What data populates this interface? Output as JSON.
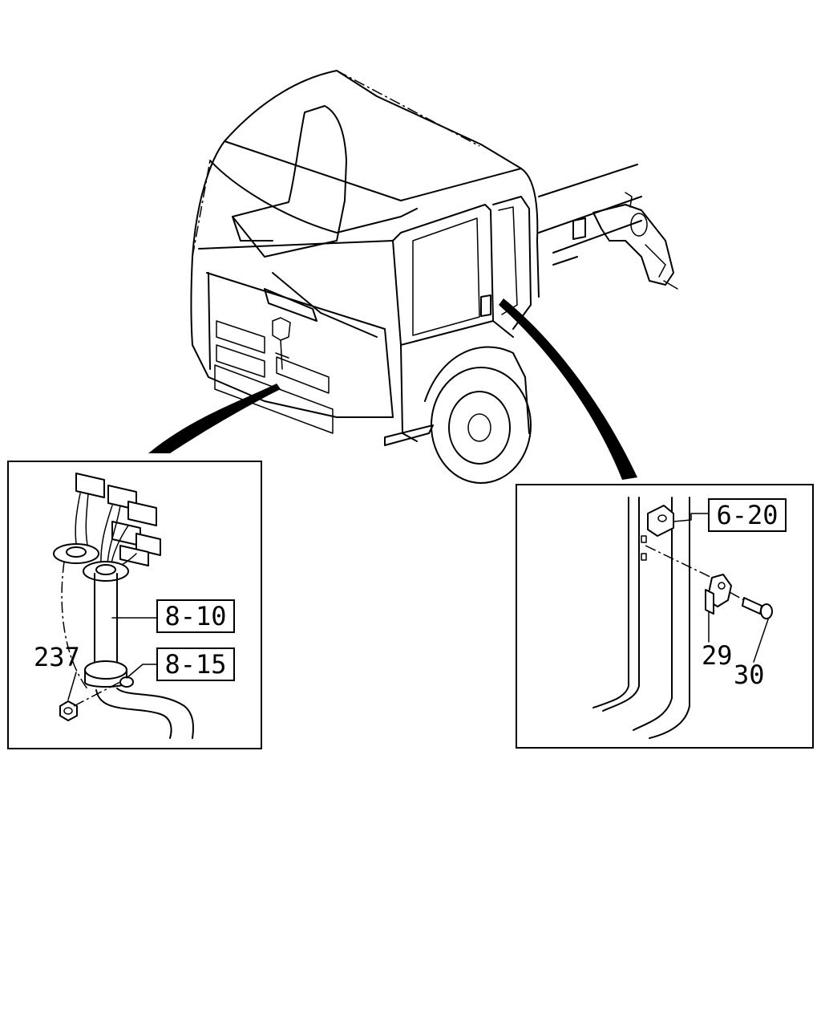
{
  "callouts": {
    "ref_8_10": "8-10",
    "ref_8_15": "8-15",
    "ref_6_20": "6-20",
    "part_237": "237",
    "part_29": "29",
    "part_30": "30"
  }
}
